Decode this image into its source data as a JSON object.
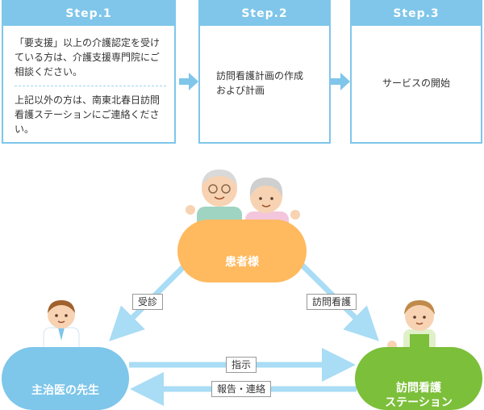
{
  "steps": [
    {
      "title": "Step.1",
      "para1": "「要支援」以上の介護認定を受けている方は、介護支援専門院にご相談ください。",
      "para2": "上記以外の方は、南東北春日訪問看護ステーションにご連絡ください。"
    },
    {
      "title": "Step.2",
      "text_line1": "訪問看護計画の作成",
      "text_line2": "および計画"
    },
    {
      "title": "Step.3",
      "text": "サービスの開始"
    }
  ],
  "nodes": {
    "patient": "患者様",
    "doctor": "主治医の先生",
    "nurse_line1": "訪問看護",
    "nurse_line2": "ステーション"
  },
  "edges": {
    "consult": "受診",
    "visit_nursing": "訪問看護",
    "instruction": "指示",
    "report": "報告・連絡"
  },
  "colors": {
    "step_blue": "#7fc6ea",
    "patient_orange": "#ffb95e",
    "doctor_blue": "#7ec6ea",
    "nurse_green": "#7cbf3a",
    "arrow_blue": "#a9dcf5"
  }
}
